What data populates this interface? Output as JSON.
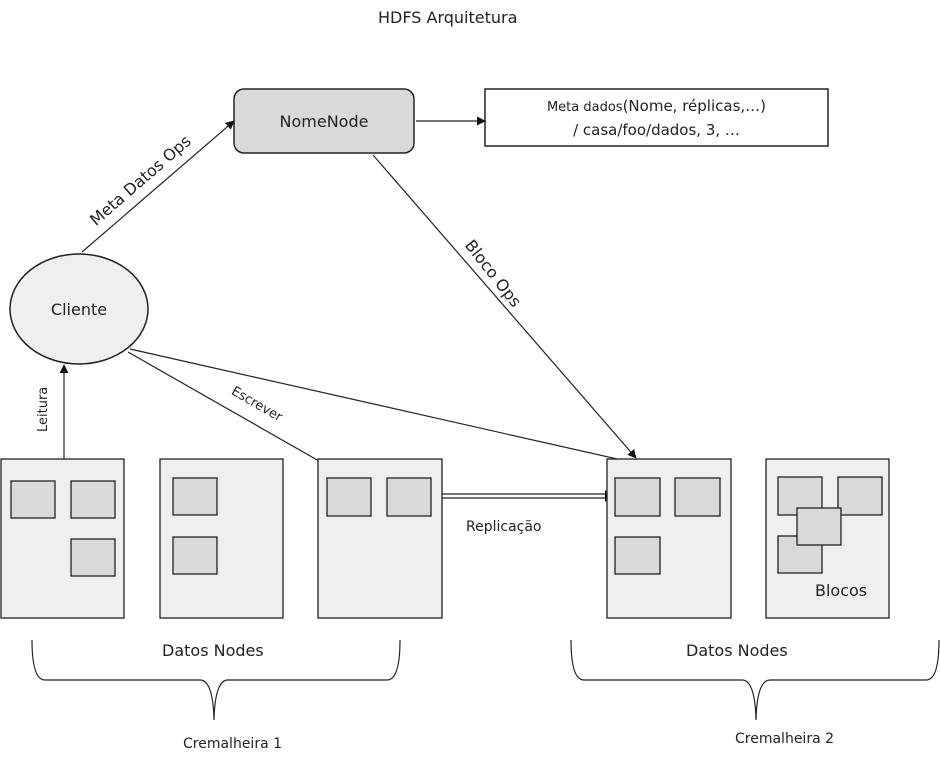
{
  "diagram": {
    "title": "HDFS Arquitetura",
    "namenode": {
      "label": "NomeNode"
    },
    "metadata": {
      "line1_prefix": "Meta dados",
      "line1_rest": "(Nome, réplicas,…)",
      "line2": "/ casa/foo/dados, 3, …"
    },
    "client": {
      "label": "Cliente"
    },
    "edges": {
      "meta_ops": "Meta Datos Ops",
      "block_ops": "Bloco Ops",
      "read": "Leitura",
      "write": "Escrever",
      "replication": "Replicação"
    },
    "blocks_label": "Blocos",
    "racks": [
      {
        "nodes_label": "Datos Nodes",
        "rack_label": "Cremalheira 1"
      },
      {
        "nodes_label": "Datos Nodes",
        "rack_label": "Cremalheira 2"
      }
    ],
    "colors": {
      "node_fill": "#efefef",
      "block_fill": "#d9d9d9",
      "namenode_fill": "#d9d9d9",
      "client_fill": "#efefef",
      "stroke": "#222222"
    }
  }
}
